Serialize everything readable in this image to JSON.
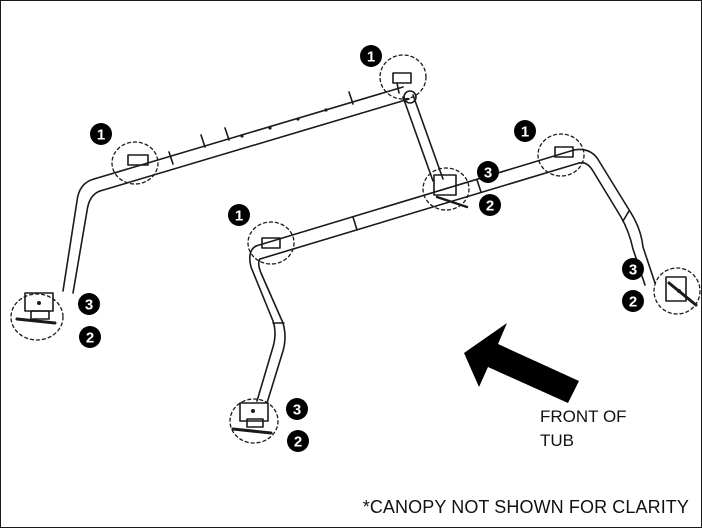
{
  "figure": {
    "front_label_line1": "FRONT OF",
    "front_label_line2": "TUB",
    "footnote": "*CANOPY NOT SHOWN FOR CLARITY"
  },
  "callouts": {
    "c1_top": "1",
    "c1_left": "1",
    "c1_right": "1",
    "c1_front": "1",
    "c3_center": "3",
    "c2_center": "2",
    "c3_back_left_foot": "3",
    "c2_back_left_foot": "2",
    "c3_front_left_foot": "3",
    "c2_front_left_foot": "2",
    "c3_right_foot": "3",
    "c2_right_foot": "2"
  },
  "icons": {
    "direction_arrow": "arrow-up-left-icon"
  },
  "colors": {
    "line": "#1a1a1a",
    "callout_fill": "#000000",
    "background": "#ffffff"
  }
}
